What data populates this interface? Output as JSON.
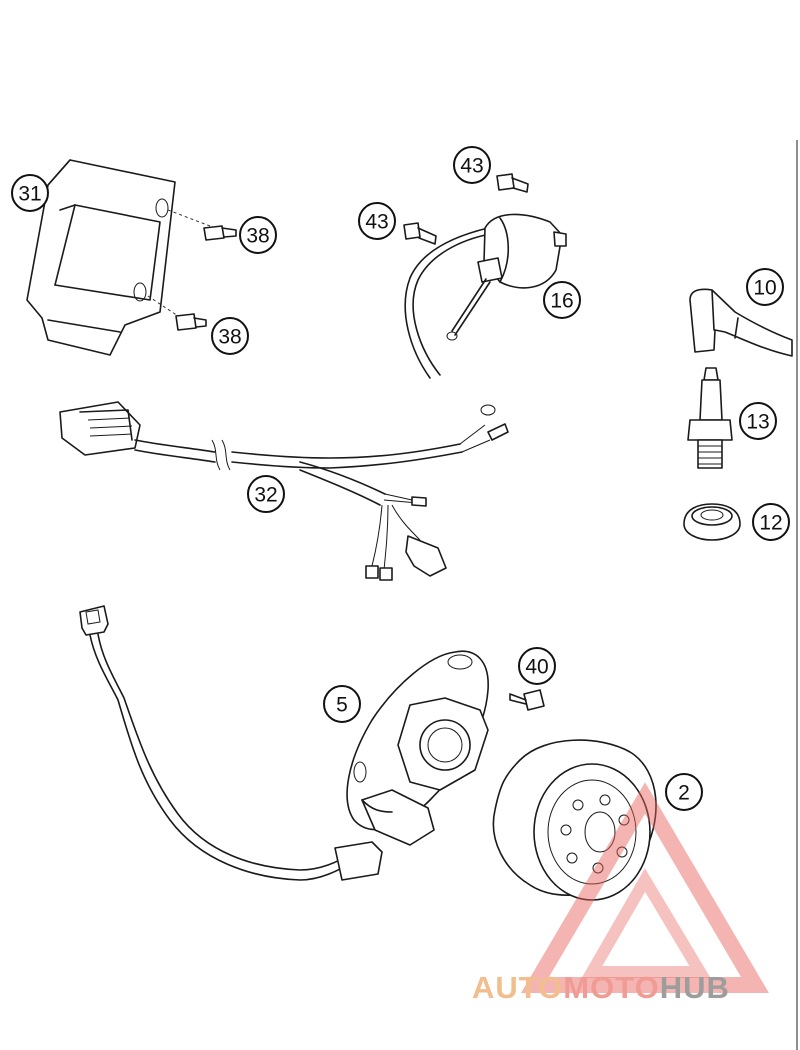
{
  "callouts": [
    "31",
    "38",
    "38",
    "43",
    "43",
    "16",
    "10",
    "13",
    "12",
    "32",
    "5",
    "40",
    "2"
  ],
  "watermark": {
    "part1": "AUTO",
    "part2": "MOTO",
    "part3": "HUB",
    "color1": "#f2b37a",
    "color2": "#ee8b83",
    "color3": "#8c8c8c",
    "triangle_color": "#e8605a"
  },
  "colors": {
    "line": "#1a1a1a",
    "background": "#ffffff"
  }
}
